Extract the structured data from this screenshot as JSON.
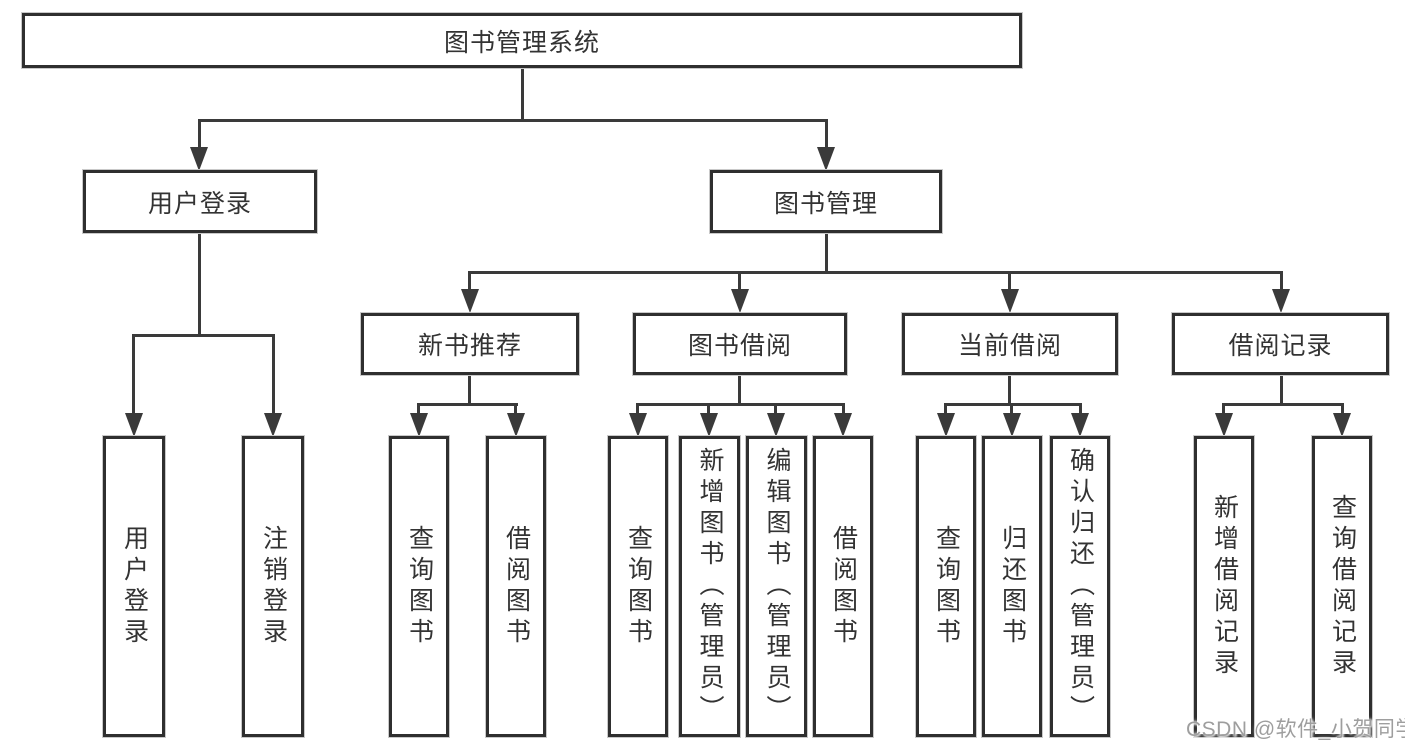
{
  "diagram": {
    "title": "图书管理系统",
    "branches": [
      {
        "label": "用户登录",
        "children": [
          {
            "label": "用户登录"
          },
          {
            "label": "注销登录"
          }
        ]
      },
      {
        "label": "图书管理",
        "children": [
          {
            "label": "新书推荐",
            "children": [
              {
                "label": "查询图书"
              },
              {
                "label": "借阅图书"
              }
            ]
          },
          {
            "label": "图书借阅",
            "children": [
              {
                "label": "查询图书"
              },
              {
                "label": "新增图书（管理员）"
              },
              {
                "label": "编辑图书（管理员）"
              },
              {
                "label": "借阅图书"
              }
            ]
          },
          {
            "label": "当前借阅",
            "children": [
              {
                "label": "查询图书"
              },
              {
                "label": "归还图书"
              },
              {
                "label": "确认归还（管理员）"
              }
            ]
          },
          {
            "label": "借阅记录",
            "children": [
              {
                "label": "新增借阅记录"
              },
              {
                "label": "查询借阅记录"
              }
            ]
          }
        ]
      }
    ]
  },
  "watermark": {
    "text": "CSDN @软件_小贺同学"
  },
  "colors": {
    "line": "#3a3a3a",
    "box_border": "#2f2f2f",
    "text": "#333333",
    "watermark": "#9e9e9e",
    "background": "#ffffff"
  }
}
